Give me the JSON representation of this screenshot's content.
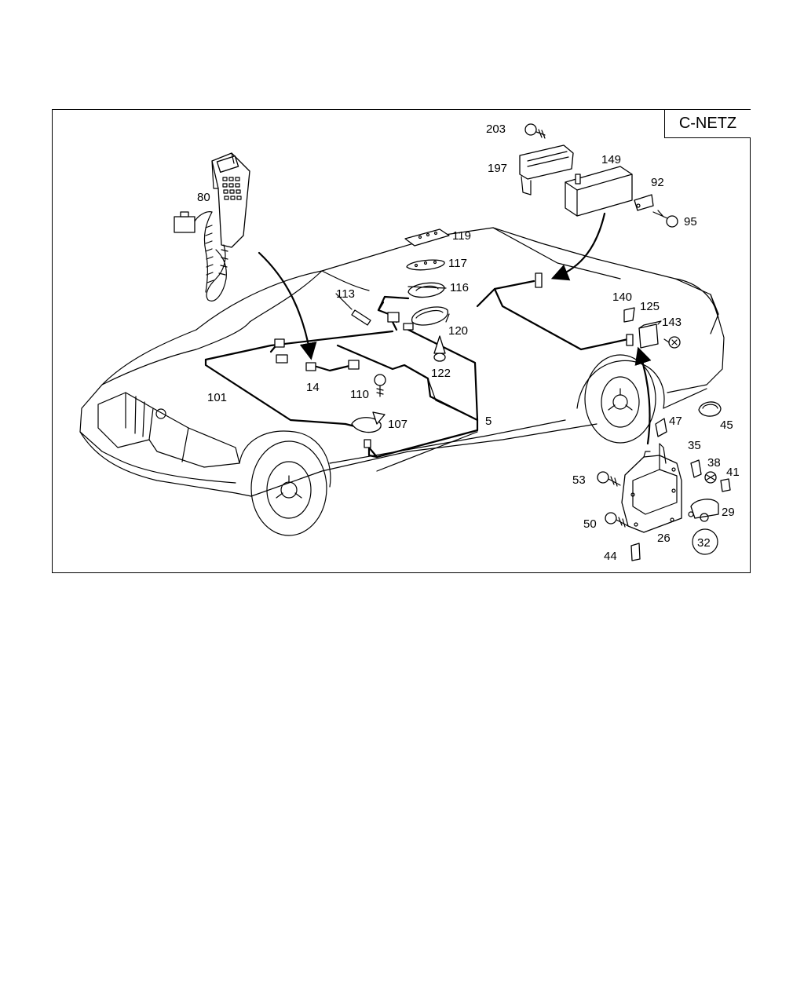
{
  "diagram": {
    "title": "C-NETZ",
    "callouts": {
      "p5": "5",
      "p14": "14",
      "p26": "26",
      "p29": "29",
      "p32": "32",
      "p35": "35",
      "p38": "38",
      "p41": "41",
      "p44": "44",
      "p45": "45",
      "p47": "47",
      "p50": "50",
      "p53": "53",
      "p80": "80",
      "p92": "92",
      "p95": "95",
      "p101": "101",
      "p107": "107",
      "p110": "110",
      "p113": "113",
      "p116": "116",
      "p117": "117",
      "p119": "119",
      "p120": "120",
      "p122": "122",
      "p125": "125",
      "p140": "140",
      "p143": "143",
      "p149": "149",
      "p197": "197",
      "p203": "203"
    }
  }
}
